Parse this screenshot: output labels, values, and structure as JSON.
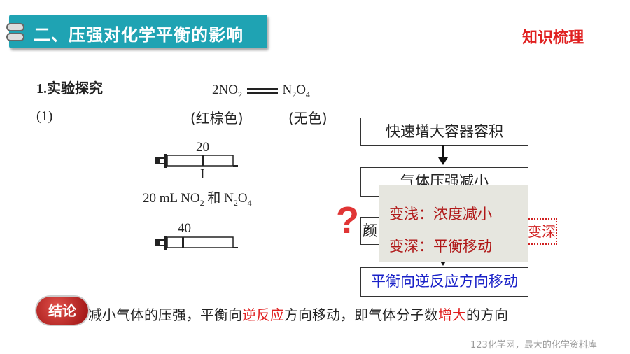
{
  "header": {
    "title": "二、压强对化学平衡的影响",
    "section_label": "知识梳理"
  },
  "experiment": {
    "heading": "1.实验探究",
    "item": "(1)",
    "equation_left": "2NO",
    "equation_left_sub": "2",
    "equation_right": "N",
    "equation_right_sub1": "2",
    "equation_right_mid": "O",
    "equation_right_sub2": "4",
    "color_left": "(红棕色)",
    "color_right": "(无色)",
    "syringe1_label": "20",
    "syringe2_label": "40",
    "marker": "I",
    "sample_a": "20 mL NO",
    "sample_a_sub": "2",
    "sample_and": " 和 N",
    "sample_b_sub1": "2",
    "sample_b_mid": "O",
    "sample_b_sub2": "4"
  },
  "flow": {
    "step1": "快速增大容器容积",
    "step2": "气体压强减小",
    "step3_left": "颜",
    "step3_right": "变深",
    "step4": "平衡向逆反应方向移动"
  },
  "overlay": {
    "line1": "变浅：浓度减小",
    "line2": "变深：平衡移动"
  },
  "question_mark": "?",
  "conclusion": {
    "badge": "结论",
    "text1": "减小气体的压强，平衡向",
    "highlight1": "逆反应",
    "text2": "方向移动，即气体分子数",
    "highlight2": "增大",
    "text3": "的方向"
  },
  "watermark": "123化学网，最大的化学资料库"
}
